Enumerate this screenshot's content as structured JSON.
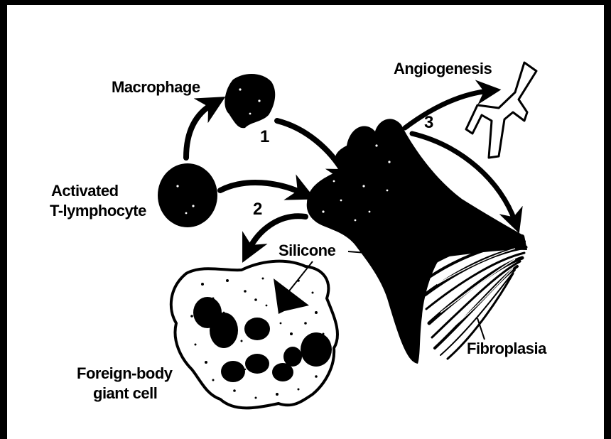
{
  "labels": {
    "macrophage": "Macrophage",
    "activated_line1": "Activated",
    "activated_line2": "T-lymphocyte",
    "angiogenesis": "Angiogenesis",
    "silicone": "Silicone",
    "fibroplasia": "Fibroplasia",
    "giant_line1": "Foreign-body",
    "giant_line2": "giant cell"
  },
  "steps": {
    "one": "1",
    "two": "2",
    "three": "3"
  },
  "colors": {
    "ink": "#000000",
    "paper": "#ffffff"
  }
}
